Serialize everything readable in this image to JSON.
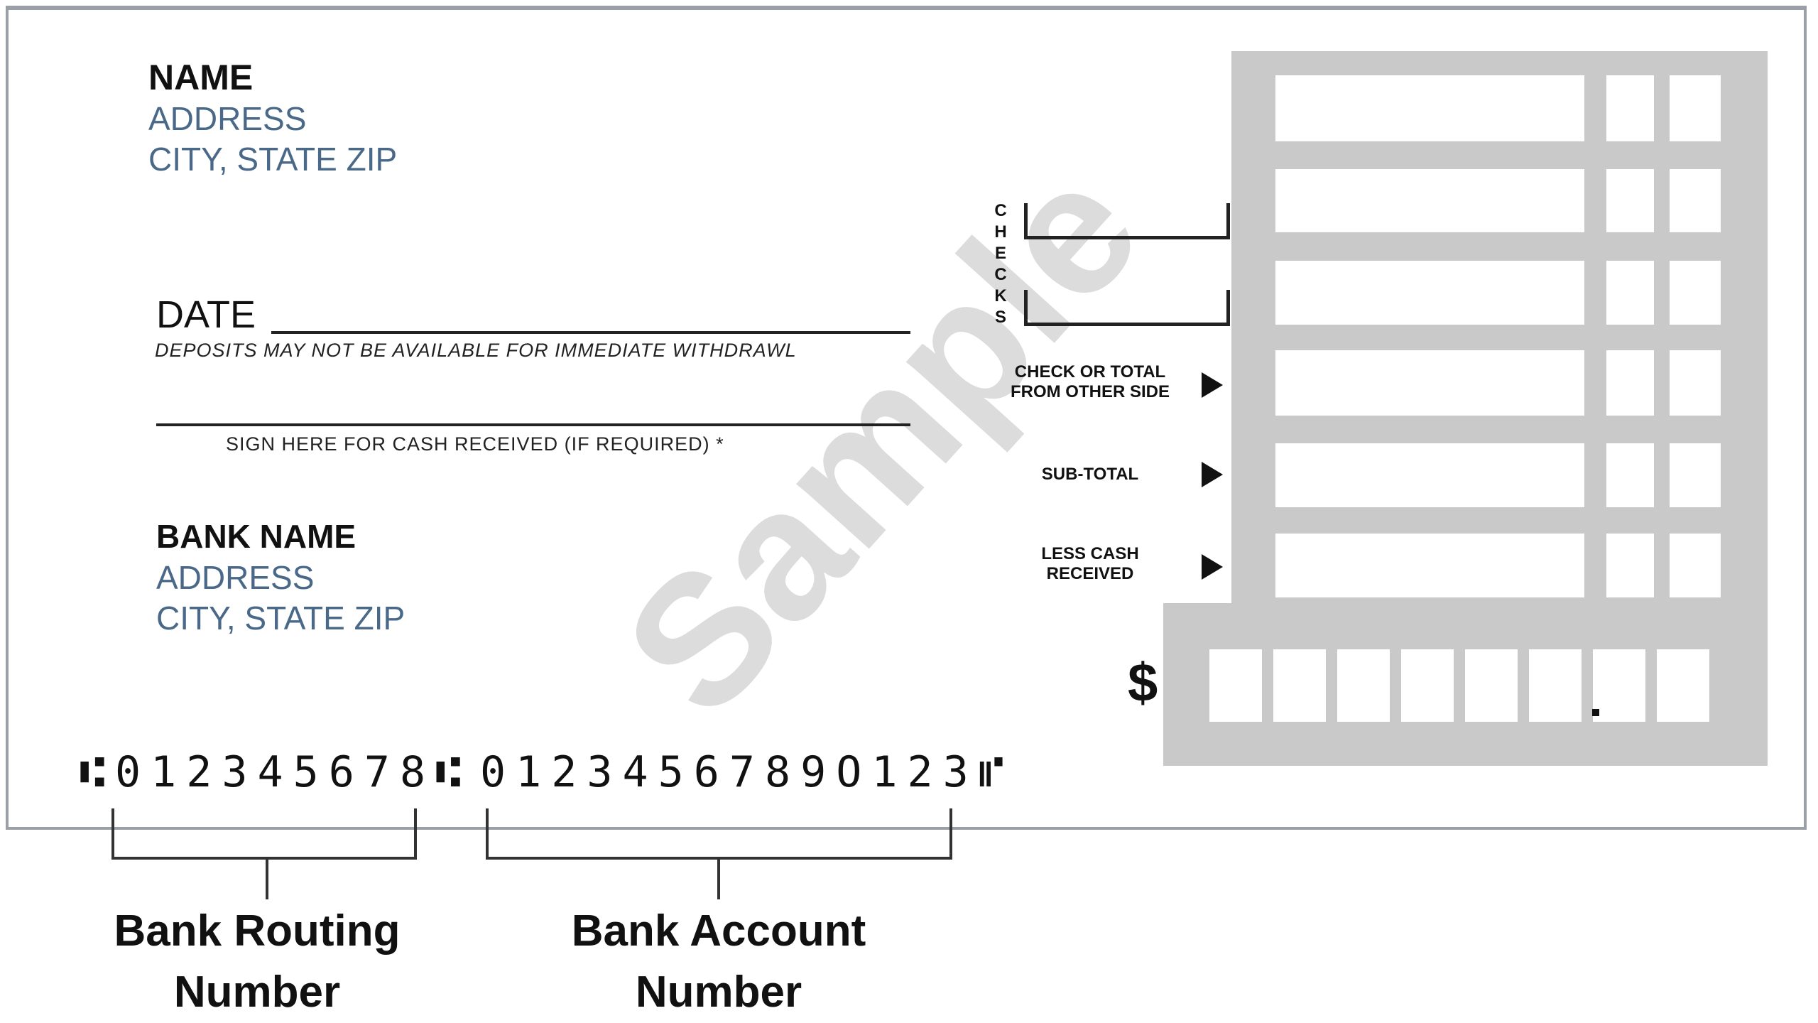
{
  "watermark": "Sample",
  "account_holder": {
    "name": "NAME",
    "address": "ADDRESS",
    "city_state_zip": "CITY, STATE  ZIP"
  },
  "date_label": "DATE",
  "deposit_notice": "DEPOSITS MAY NOT BE AVAILABLE FOR IMMEDIATE WITHDRAWL",
  "signature_label": "SIGN HERE FOR CASH RECEIVED (IF REQUIRED) *",
  "bank": {
    "name": "BANK NAME",
    "address": "ADDRESS",
    "city_state_zip": "CITY, STATE  ZIP"
  },
  "checks_label": [
    "C",
    "H",
    "E",
    "C",
    "K",
    "S"
  ],
  "side_labels": {
    "check_total": "CHECK OR TOTAL FROM OTHER SIDE",
    "subtotal": "SUB-TOTAL",
    "less_cash": "LESS CASH RECEIVED"
  },
  "currency_symbol": "$",
  "micr": {
    "routing": "⑆012345678⑆",
    "account": "0123456789O123⑈"
  },
  "callouts": {
    "routing": "Bank Routing Number",
    "account": "Bank Account Number"
  },
  "colors": {
    "box_gray": "#c9c9c9",
    "address_blue": "#4a6888",
    "watermark": "#dcdcdc"
  }
}
